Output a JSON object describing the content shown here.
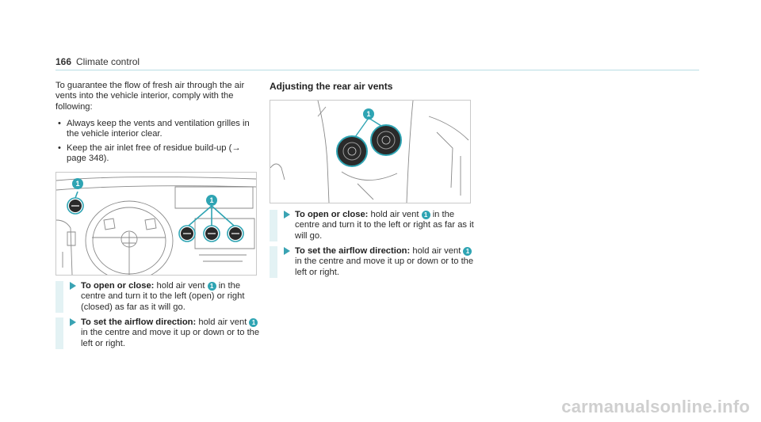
{
  "header": {
    "page_number": "166",
    "chapter": "Climate control"
  },
  "intro": {
    "text": "To guarantee the flow of fresh air through the air vents into the vehicle interior, comply with the following:",
    "bullets": [
      "Always keep the vents and ventilation grilles in the vehicle interior clear.",
      "Keep the air inlet free of residue build-up (→ page 348)."
    ]
  },
  "section_right": {
    "title": "Adjusting the rear air vents"
  },
  "callout": "1",
  "steps_front": [
    {
      "label": "To open or close:",
      "pre": "hold air vent",
      "post": "in the centre and turn it to the left (open) or right (closed) as far as it will go."
    },
    {
      "label": "To set the airflow direction:",
      "pre": "hold air vent",
      "post": "in the centre and move it up or down or to the left or right."
    }
  ],
  "steps_rear": [
    {
      "label": "To open or close:",
      "pre": "hold air vent",
      "post": "in the centre and turn it to the left or right as far as it will go."
    },
    {
      "label": "To set the airflow direction:",
      "pre": "hold air vent",
      "post": "in the centre and move it up or down or to the left or right."
    }
  ],
  "watermark": "carmanualsonline.info",
  "colors": {
    "accent": "#2fa4b3",
    "bar": "#e3f2f4",
    "rule": "#b9dde3"
  }
}
